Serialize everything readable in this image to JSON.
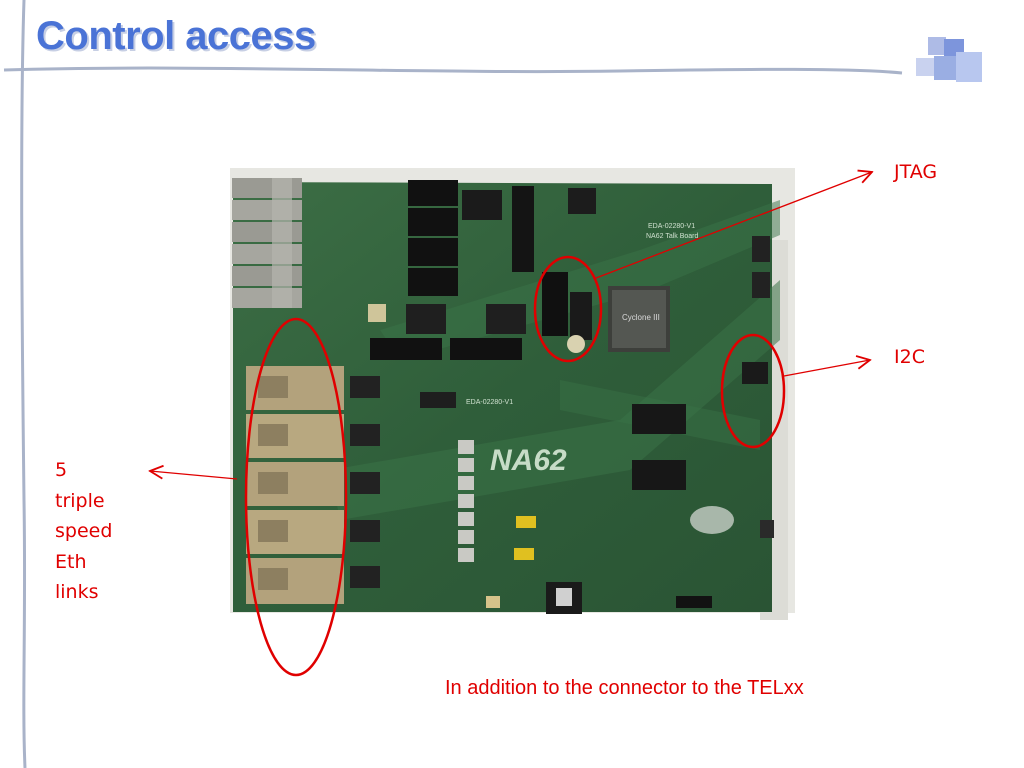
{
  "slide": {
    "title": "Control access",
    "labels": {
      "jtag": "JTAG",
      "i2c": "I2C",
      "eth": "5\ntriple\nspeed\nEth\nlinks",
      "addition": "In addition to the connector to the TELxx"
    },
    "board": {
      "silkscreen_logo": "NA62",
      "silkscreen_id": "EDA-02280-V1",
      "silkscreen_name": "NA62 Talk Board",
      "chip_label": "Cyclone III"
    }
  },
  "colors": {
    "title": "#4a73d6",
    "annotation": "#e00000",
    "frame_line": "#a9b3c9",
    "pcb_green": "#2f5e3a",
    "deco_blue": "#7d95dc"
  }
}
